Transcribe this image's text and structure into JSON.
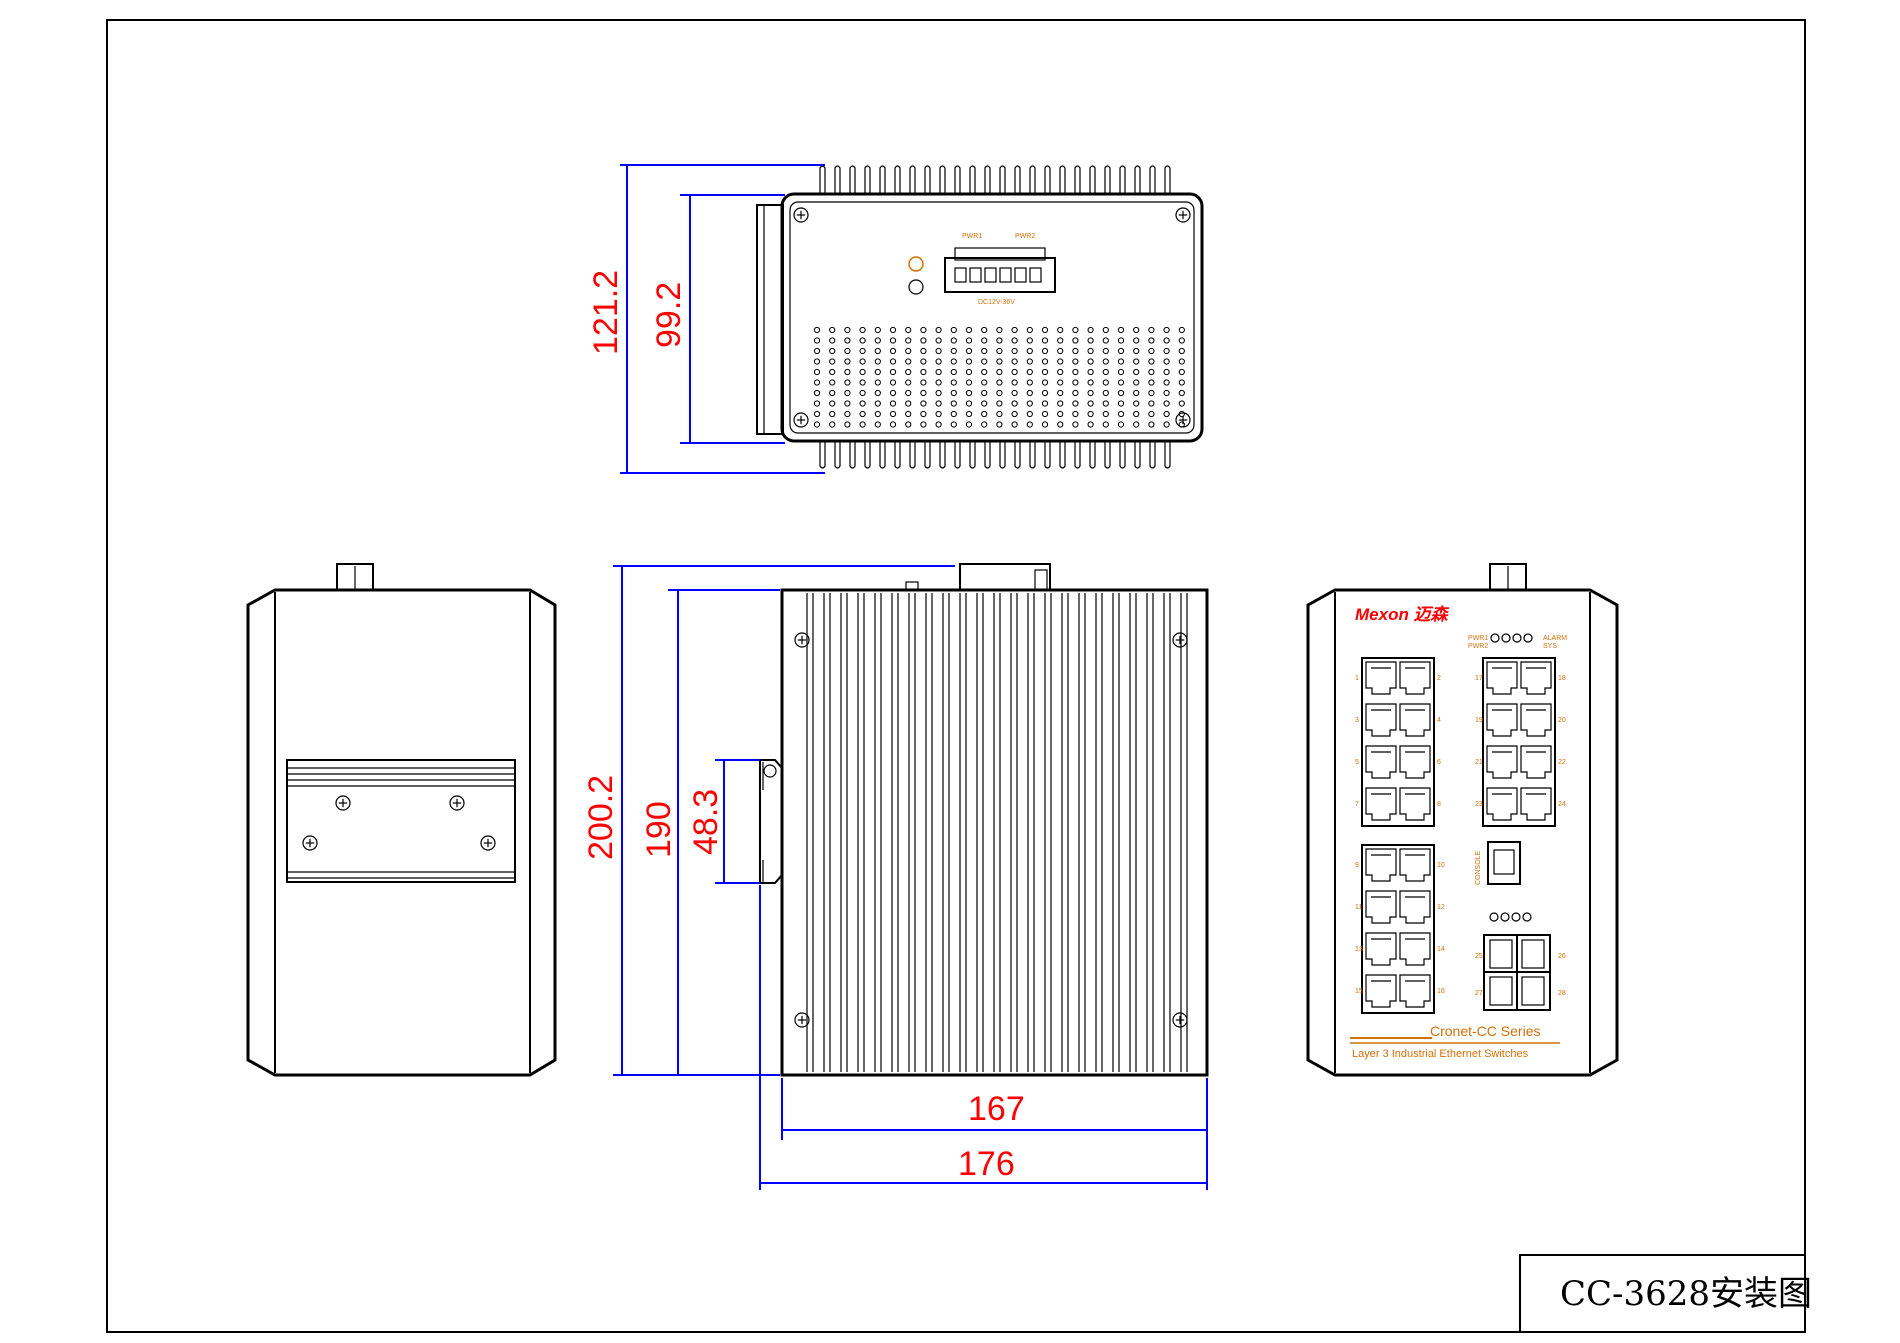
{
  "title_block": {
    "text": "CC-3628安装图"
  },
  "dimensions": {
    "d_121_2": "121.2",
    "d_99_2": "99.2",
    "d_200_2": "200.2",
    "d_190": "190",
    "d_48_3": "48.3",
    "d_167": "167",
    "d_176": "176"
  },
  "front_panel": {
    "brand": "Mexon 迈森",
    "series": "Cronet-CC Series",
    "subtitle": "Layer 3 Industrial Ethernet Switches",
    "console_label": "CONSOLE",
    "pwr1": "PWR1",
    "pwr2": "PWR2",
    "alarm": "ALARM",
    "sys": "SYS",
    "port_labels_left": [
      "1",
      "2",
      "3",
      "4",
      "5",
      "6",
      "7",
      "8",
      "9",
      "10",
      "11",
      "12",
      "13",
      "14",
      "15",
      "16"
    ],
    "port_labels_right": [
      "17",
      "18",
      "19",
      "20",
      "21",
      "22",
      "23",
      "24"
    ],
    "sfp_labels": [
      "25",
      "26",
      "27",
      "28"
    ]
  },
  "top_view": {
    "terminal_left": "PWR1",
    "terminal_right": "PWR2",
    "voltage": "DC12V-36V"
  },
  "colors": {
    "line": "#000000",
    "dimension_line": "#0000ff",
    "dimension_text": "#ff0000",
    "panel_accent": "#d4700a",
    "brand": "#ff0000"
  }
}
